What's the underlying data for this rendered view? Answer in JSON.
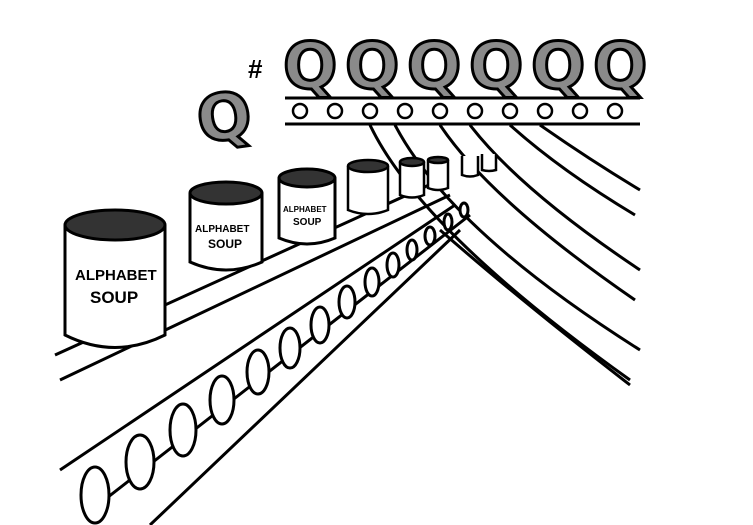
{
  "illustration": {
    "letters": [
      "Q",
      "Q",
      "Q",
      "Q",
      "Q",
      "Q"
    ],
    "falling_letter": "Q",
    "falling_mark": "#",
    "cans": [
      {
        "line1": "ALPHABET",
        "line2": "SOUP"
      },
      {
        "line1": "ALPHABET",
        "line2": "SOUP"
      },
      {
        "line1": "ALPHABET",
        "line2": "SOUP"
      }
    ]
  }
}
